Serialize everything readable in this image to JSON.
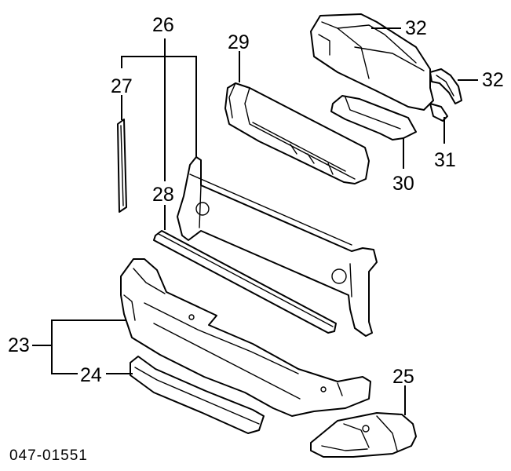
{
  "diagram": {
    "callouts": {
      "c23": "23",
      "c24": "24",
      "c25": "25",
      "c26": "26",
      "c27": "27",
      "c28": "28",
      "c29": "29",
      "c30": "30",
      "c31": "31",
      "c32a": "32",
      "c32b": "32"
    },
    "code": "047-01551",
    "colors": {
      "line": "#000000",
      "background": "#ffffff"
    }
  }
}
